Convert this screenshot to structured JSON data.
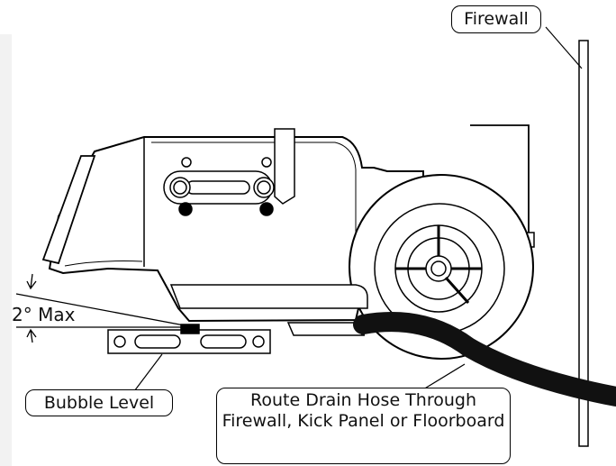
{
  "labels": {
    "firewall": "Firewall",
    "angle": "2° Max",
    "bubble_level": "Bubble Level",
    "drain_route": "Route Drain Hose Through Firewall, Kick Panel or Floorboard"
  },
  "colors": {
    "line": "#000000",
    "hose": "#111111",
    "background": "#ffffff"
  }
}
